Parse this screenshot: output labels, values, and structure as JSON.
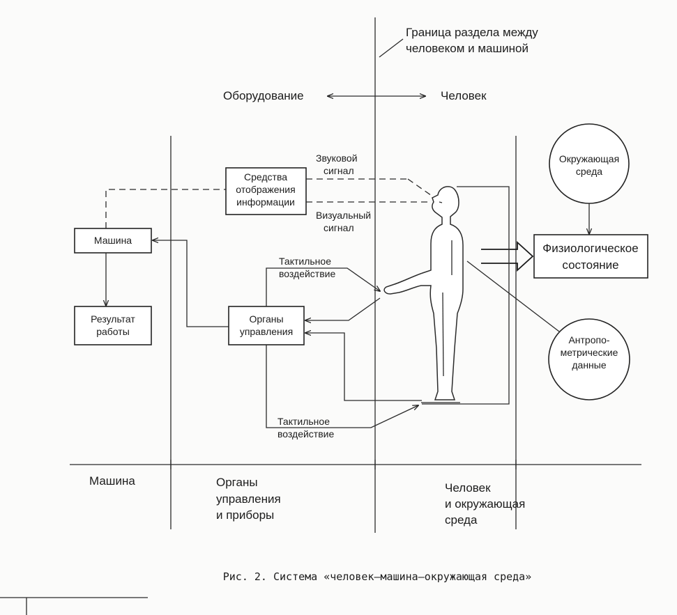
{
  "diagram": {
    "boundary_label": [
      "Граница раздела между",
      "человеком и машиной"
    ],
    "side_left": "Оборудование",
    "side_right": "Человек",
    "boxes": {
      "display": [
        "Средства",
        "отображения",
        "информации"
      ],
      "machine": "Машина",
      "result": [
        "Результат",
        "работы"
      ],
      "controls": [
        "Органы",
        "управления"
      ],
      "physiology": [
        "Физиологическое",
        "состояние"
      ],
      "environment": [
        "Окружающая",
        "среда"
      ],
      "anthropometry": [
        "Антропо-",
        "метрические",
        "данные"
      ]
    },
    "signals": {
      "sound": [
        "Звуковой",
        "сигнал"
      ],
      "visual": [
        "Визуальный",
        "сигнал"
      ],
      "tactile_top": [
        "Тактильное",
        "воздействие"
      ],
      "tactile_bottom": [
        "Тактильное",
        "воздействие"
      ]
    },
    "zones": {
      "machine": "Машина",
      "controls": [
        "Органы",
        "управления",
        "и приборы"
      ],
      "human": [
        "Человек",
        "и окружающая",
        "среда"
      ]
    }
  },
  "caption": "Рис. 2. Система «человек—машина—окружающая среда»"
}
